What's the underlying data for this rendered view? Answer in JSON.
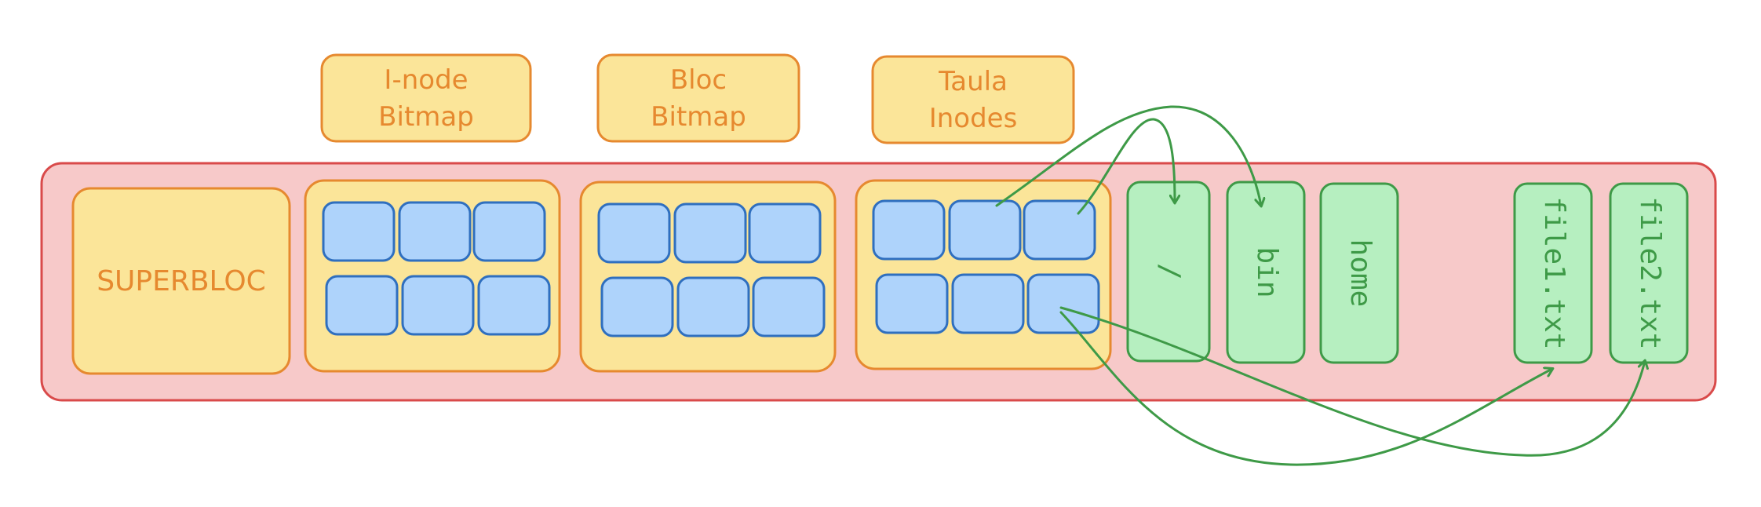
{
  "labels": {
    "inode_bitmap": [
      "I-node",
      "Bitmap"
    ],
    "bloc_bitmap": [
      "Bloc",
      "Bitmap"
    ],
    "taula_inodes": [
      "Taula",
      "Inodes"
    ],
    "superbloc": "SUPERBLOC"
  },
  "data_blocks": {
    "root": "/",
    "bin": "bin",
    "home": "home",
    "file1": "file1.txt",
    "file2": "file2.txt"
  },
  "colors": {
    "disk_fill": "#f7c9c9",
    "disk_stroke": "#d94a4a",
    "section_fill": "#fbe599",
    "section_stroke": "#e6892f",
    "cell_fill": "#aed3fb",
    "cell_stroke": "#2f6fbf",
    "block_fill": "#b6efc0",
    "block_stroke": "#3e9a47",
    "arrow": "#3e9a47"
  }
}
